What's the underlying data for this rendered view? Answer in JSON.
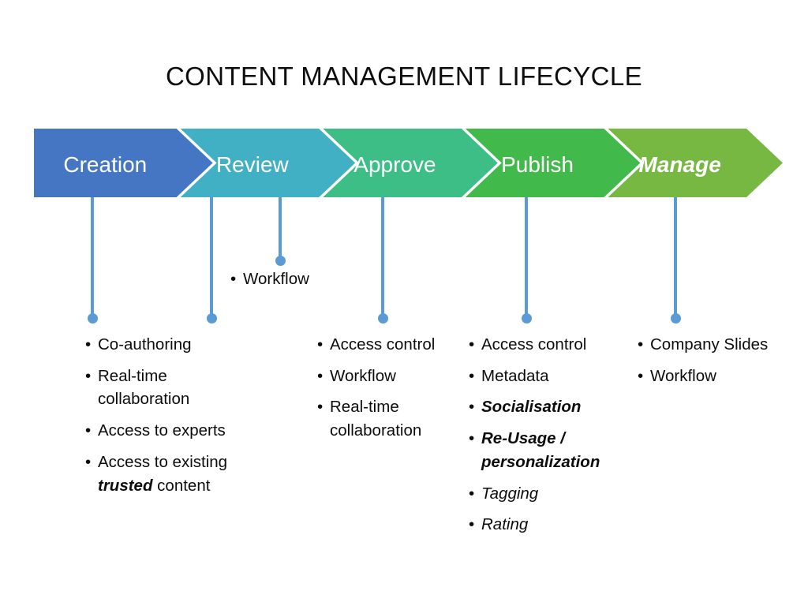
{
  "title": "CONTENT MANAGEMENT LIFECYCLE",
  "colors": {
    "stage_creation": "#4476C4",
    "stage_review": "#41B0C4",
    "stage_approve": "#3CBE86",
    "stage_publish": "#42B94B",
    "stage_manage": "#77B843",
    "connector": "#5B9BD5",
    "text": "#0d0d0d",
    "stage_text": "#ffffff",
    "background": "#ffffff"
  },
  "stages": [
    {
      "label": "Creation",
      "color": "#4476C4",
      "style": "regular"
    },
    {
      "label": "Review",
      "color": "#41B0C4",
      "style": "regular"
    },
    {
      "label": "Approve",
      "color": "#3CBE86",
      "style": "regular"
    },
    {
      "label": "Publish",
      "color": "#42B94B",
      "style": "regular"
    },
    {
      "label": "Manage",
      "color": "#77B843",
      "style": "bold-italic"
    }
  ],
  "bullet_marker": "•",
  "columns": [
    {
      "stage": "Creation",
      "items": [
        {
          "parts": [
            {
              "text": "Co-authoring",
              "style": "regular"
            }
          ]
        },
        {
          "parts": [
            {
              "text": "Real-time collaboration",
              "style": "regular"
            }
          ]
        },
        {
          "parts": [
            {
              "text": "Access to experts",
              "style": "regular"
            }
          ]
        },
        {
          "parts": [
            {
              "text": "Access to existing ",
              "style": "regular"
            },
            {
              "text": "trusted",
              "style": "bold-italic"
            },
            {
              "text": " content",
              "style": "regular"
            }
          ]
        }
      ]
    },
    {
      "stage": "Review",
      "items": [
        {
          "parts": [
            {
              "text": "Workflow",
              "style": "regular"
            }
          ]
        }
      ]
    },
    {
      "stage": "Approve",
      "items": [
        {
          "parts": [
            {
              "text": "Access control",
              "style": "regular"
            }
          ]
        },
        {
          "parts": [
            {
              "text": "Workflow",
              "style": "regular"
            }
          ]
        },
        {
          "parts": [
            {
              "text": "Real-time collaboration",
              "style": "regular"
            }
          ]
        }
      ]
    },
    {
      "stage": "Publish",
      "items": [
        {
          "parts": [
            {
              "text": "Access control",
              "style": "regular"
            }
          ]
        },
        {
          "parts": [
            {
              "text": "Metadata",
              "style": "regular"
            }
          ]
        },
        {
          "parts": [
            {
              "text": "Socialisation",
              "style": "bold-italic"
            }
          ]
        },
        {
          "parts": [
            {
              "text": "Re-Usage / personalization",
              "style": "bold-italic"
            }
          ]
        },
        {
          "parts": [
            {
              "text": "Tagging",
              "style": "italic"
            }
          ]
        },
        {
          "parts": [
            {
              "text": "Rating",
              "style": "italic"
            }
          ]
        }
      ]
    },
    {
      "stage": "Manage",
      "items": [
        {
          "parts": [
            {
              "text": "Company Slides",
              "style": "regular"
            }
          ]
        },
        {
          "parts": [
            {
              "text": "Workflow",
              "style": "regular"
            }
          ]
        }
      ]
    }
  ]
}
